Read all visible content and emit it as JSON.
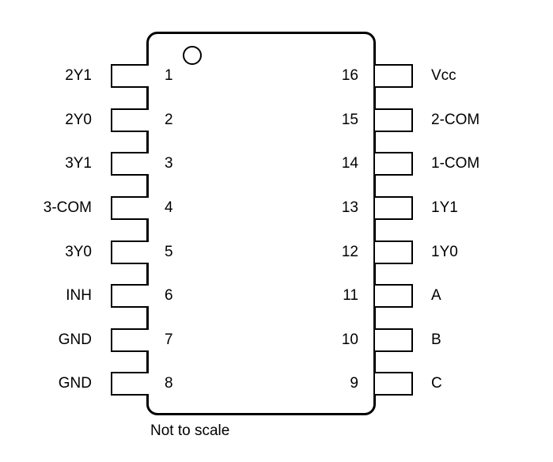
{
  "left_pins": [
    {
      "number": "1",
      "signal": "2Y1"
    },
    {
      "number": "2",
      "signal": "2Y0"
    },
    {
      "number": "3",
      "signal": "3Y1"
    },
    {
      "number": "4",
      "signal": "3-COM"
    },
    {
      "number": "5",
      "signal": "3Y0"
    },
    {
      "number": "6",
      "signal": "INH"
    },
    {
      "number": "7",
      "signal": "GND"
    },
    {
      "number": "8",
      "signal": "GND"
    }
  ],
  "right_pins": [
    {
      "number": "16",
      "signal": "Vcc"
    },
    {
      "number": "15",
      "signal": "2-COM"
    },
    {
      "number": "14",
      "signal": "1-COM"
    },
    {
      "number": "13",
      "signal": "1Y1"
    },
    {
      "number": "12",
      "signal": "1Y0"
    },
    {
      "number": "11",
      "signal": "A"
    },
    {
      "number": "10",
      "signal": "B"
    },
    {
      "number": "9",
      "signal": "C"
    }
  ],
  "caption": "Not to scale"
}
